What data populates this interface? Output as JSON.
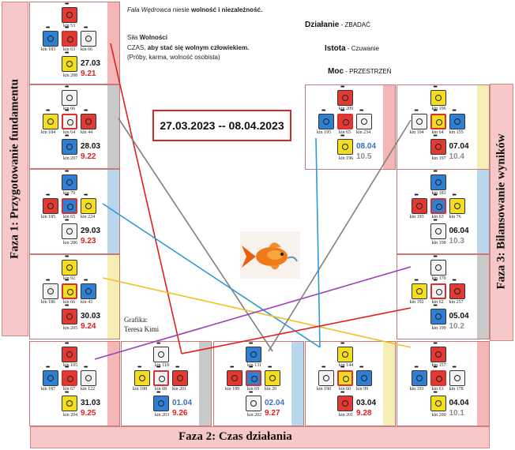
{
  "header": {
    "title_prefix": "Fala Wędrowca",
    "title_rest": " niesie ",
    "title_bold": "wolność i niezależność.",
    "power_prefix": "Siła ",
    "power_bold": "Wolności",
    "line2_prefix": "CZAS, ",
    "line2_bold": "aby stać się wolnym człowiekiem.",
    "line3": "(Próby, karma, wolność osobista)",
    "action_label": "Działanie",
    "action_value": " - ZBADAĆ",
    "essence_label": "Istota",
    "essence_value": " - Czuwanie",
    "power_label": "Moc",
    "power_value": " - PRZESTRZEŃ",
    "date_range": "27.03.2023 -- 08.04.2023",
    "credit_label": "Grafika:",
    "credit_name": "Teresa Kimi"
  },
  "phases": {
    "phase1": "Faza 1:   Przygotowanie  fundamentu",
    "phase2": "Faza 2:    Czas  działania",
    "phase3": "Faza 3:   Bilansowanie  wyników"
  },
  "colors": {
    "red": "#e23a32",
    "white": "#f3f3f3",
    "blue": "#2f7fd2",
    "yellow": "#f4dc1e",
    "number_red": "#e02020",
    "number_gray": "#8c8c8c",
    "date_blue": "#3a6fc4"
  },
  "lines": [
    {
      "color": "#e02020"
    },
    {
      "color": "#808080"
    },
    {
      "color": "#2a9ad8"
    },
    {
      "color": "#f0c020"
    },
    {
      "color": "#9b3fb5"
    },
    {
      "color": "#808080"
    },
    {
      "color": "#2a9ad8"
    },
    {
      "color": "#e02020"
    }
  ],
  "days": [
    {
      "date": "27.03",
      "num": "9.21",
      "kins": [
        "kin 53",
        "kin 63",
        "kin 183",
        "kin 66",
        "kin 208"
      ],
      "colors": [
        "red",
        "red",
        "blue",
        "white",
        "yellow"
      ],
      "strip": "pink"
    },
    {
      "date": "28.03",
      "num": "9.22",
      "kins": [
        "kin 66",
        "kin 64",
        "kin 184",
        "kin 44",
        "kin 207"
      ],
      "colors": [
        "white",
        "white",
        "yellow",
        "red",
        "blue"
      ],
      "strip": "gray"
    },
    {
      "date": "29.03",
      "num": "9.23",
      "kins": [
        "kin 79",
        "kin 65",
        "kin 185",
        "kin 224",
        "kin 206"
      ],
      "colors": [
        "blue",
        "blue",
        "red",
        "yellow",
        "white"
      ],
      "strip": "blue"
    },
    {
      "date": "30.03",
      "num": "9.24",
      "kins": [
        "kin 92",
        "kin 66",
        "kin 186",
        "kin 43",
        "kin 205"
      ],
      "colors": [
        "yellow",
        "yellow",
        "white",
        "blue",
        "red"
      ],
      "strip": "yellow"
    },
    {
      "date": "31.03",
      "num": "9.25",
      "kins": [
        "kin 105",
        "kin 67",
        "kin 187",
        "kin 122",
        "kin 204"
      ],
      "colors": [
        "red",
        "red",
        "blue",
        "white",
        "yellow"
      ],
      "strip": "pink"
    },
    {
      "date": "01.04",
      "num": "9.26",
      "kins": [
        "kin 118",
        "kin 68",
        "kin 188",
        "kin 201",
        "kin 203"
      ],
      "colors": [
        "white",
        "white",
        "yellow",
        "red",
        "blue"
      ],
      "strip": "gray"
    },
    {
      "date": "02.04",
      "num": "9.27",
      "kins": [
        "kin 131",
        "kin 69",
        "kin 189",
        "kin 20",
        "kin 202"
      ],
      "colors": [
        "blue",
        "blue",
        "red",
        "yellow",
        "white"
      ],
      "strip": "blue"
    },
    {
      "date": "03.04",
      "num": "9.28",
      "kins": [
        "kin 144",
        "kin 60",
        "kin 190",
        "kin 99",
        "kin 201"
      ],
      "colors": [
        "yellow",
        "yellow",
        "white",
        "blue",
        "red"
      ],
      "strip": "yellow"
    },
    {
      "date": "04.04",
      "num": "10.1",
      "kins": [
        "kin 157",
        "kin 61",
        "kin 191",
        "kin 178",
        "kin 200"
      ],
      "colors": [
        "red",
        "red",
        "blue",
        "white",
        "yellow"
      ],
      "strip": "pink"
    },
    {
      "date": "05.04",
      "num": "10.2",
      "kins": [
        "kin 170",
        "kin 62",
        "kin 192",
        "kin 257",
        "kin 199"
      ],
      "colors": [
        "white",
        "white",
        "yellow",
        "red",
        "blue"
      ],
      "strip": "gray"
    },
    {
      "date": "06.04",
      "num": "10.3",
      "kins": [
        "kin 183",
        "kin 63",
        "kin 193",
        "kin 76",
        "kin 198"
      ],
      "colors": [
        "blue",
        "blue",
        "red",
        "yellow",
        "white"
      ],
      "strip": "blue"
    },
    {
      "date": "07.04",
      "num": "10.4",
      "kins": [
        "kin 196",
        "kin 64",
        "kin 194",
        "kin 155",
        "kin 197"
      ],
      "colors": [
        "yellow",
        "yellow",
        "white",
        "blue",
        "red"
      ],
      "strip": "yellow"
    },
    {
      "date": "08.04",
      "num": "10.5",
      "kins": [
        "kin 209",
        "kin 65",
        "kin 195",
        "kin 234",
        "kin 196"
      ],
      "colors": [
        "red",
        "red",
        "blue",
        "white",
        "yellow"
      ],
      "strip": "pink"
    }
  ]
}
